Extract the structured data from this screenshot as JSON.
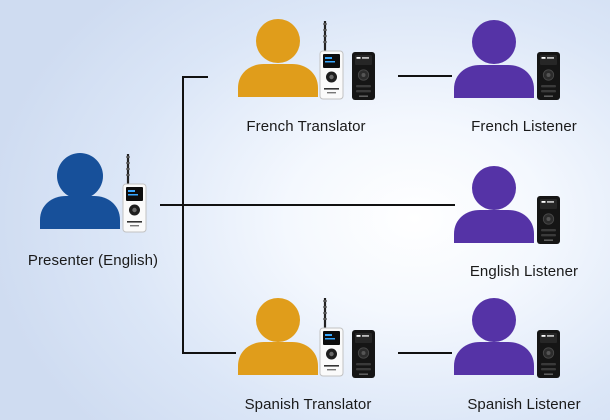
{
  "presenter": {
    "label": "Presenter (English)",
    "color": "#17509a",
    "device": "bodypack-transmitter-icon"
  },
  "translators": [
    {
      "label": "French Translator",
      "color": "#e09d1b",
      "devices": [
        "bodypack-transmitter-icon",
        "receiver-icon"
      ]
    },
    {
      "label": "Spanish Translator",
      "color": "#e09d1b",
      "devices": [
        "bodypack-transmitter-icon",
        "receiver-icon"
      ]
    }
  ],
  "listeners": [
    {
      "label": "French Listener",
      "color": "#5533a6",
      "device": "receiver-icon"
    },
    {
      "label": "English Listener",
      "color": "#5533a6",
      "device": "receiver-icon"
    },
    {
      "label": "Spanish Listener",
      "color": "#5533a6",
      "device": "receiver-icon"
    }
  ],
  "line_color": "#111111"
}
